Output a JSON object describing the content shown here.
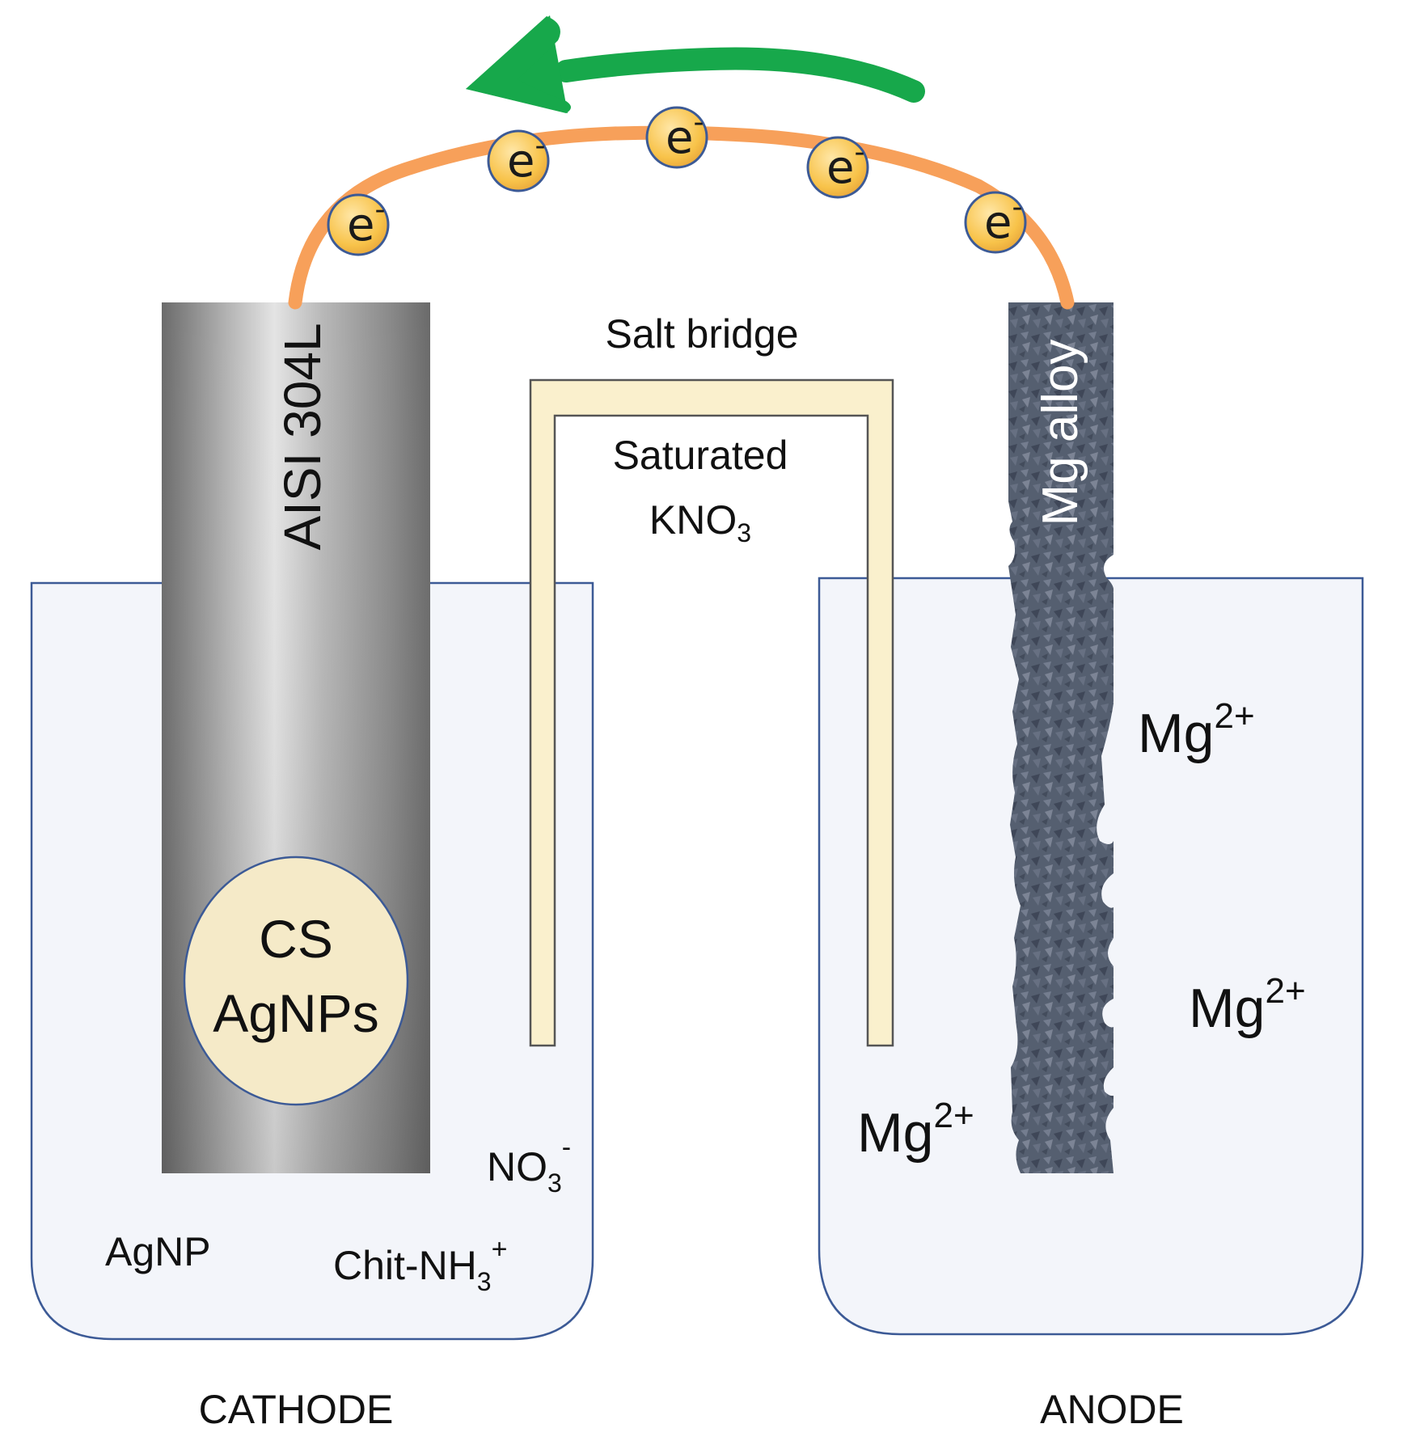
{
  "colors": {
    "wire": "#F7A05A",
    "arrow": "#17A84B",
    "beaker_fill": "#F3F5FA",
    "beaker_stroke": "#3C5A96",
    "bridge_fill": "#FAF0CD",
    "steel_dark": "#6F6F6F",
    "steel_light": "#D9D9D9",
    "mg_alloy": "#4B5566",
    "coating_fill": "#F5EAC8",
    "electron_fill": "#F8C34A",
    "electron_stroke": "#3C5A96"
  },
  "icons": {
    "flow_arrow": "curved-arrow-left",
    "electron": "electron-circle"
  },
  "electron_label": {
    "base": "e",
    "sup": "-"
  },
  "cathode": {
    "caption": "CATHODE",
    "electrode_label": "AISI 304L",
    "coating": {
      "line1": "CS",
      "line2": "AgNPs"
    },
    "species": {
      "agnp": "AgNP",
      "chit_base": "Chit-NH",
      "chit_sub": "3",
      "chit_sup": "+",
      "no3_base": "NO",
      "no3_sub": "3",
      "no3_sup": "-"
    }
  },
  "anode": {
    "caption": "ANODE",
    "electrode_label": "Mg alloy",
    "ion": {
      "base": "Mg",
      "sup": "2+"
    }
  },
  "salt_bridge": {
    "title": "Salt bridge",
    "content_line1": "Saturated",
    "content_base": "KNO",
    "content_sub": "3"
  }
}
